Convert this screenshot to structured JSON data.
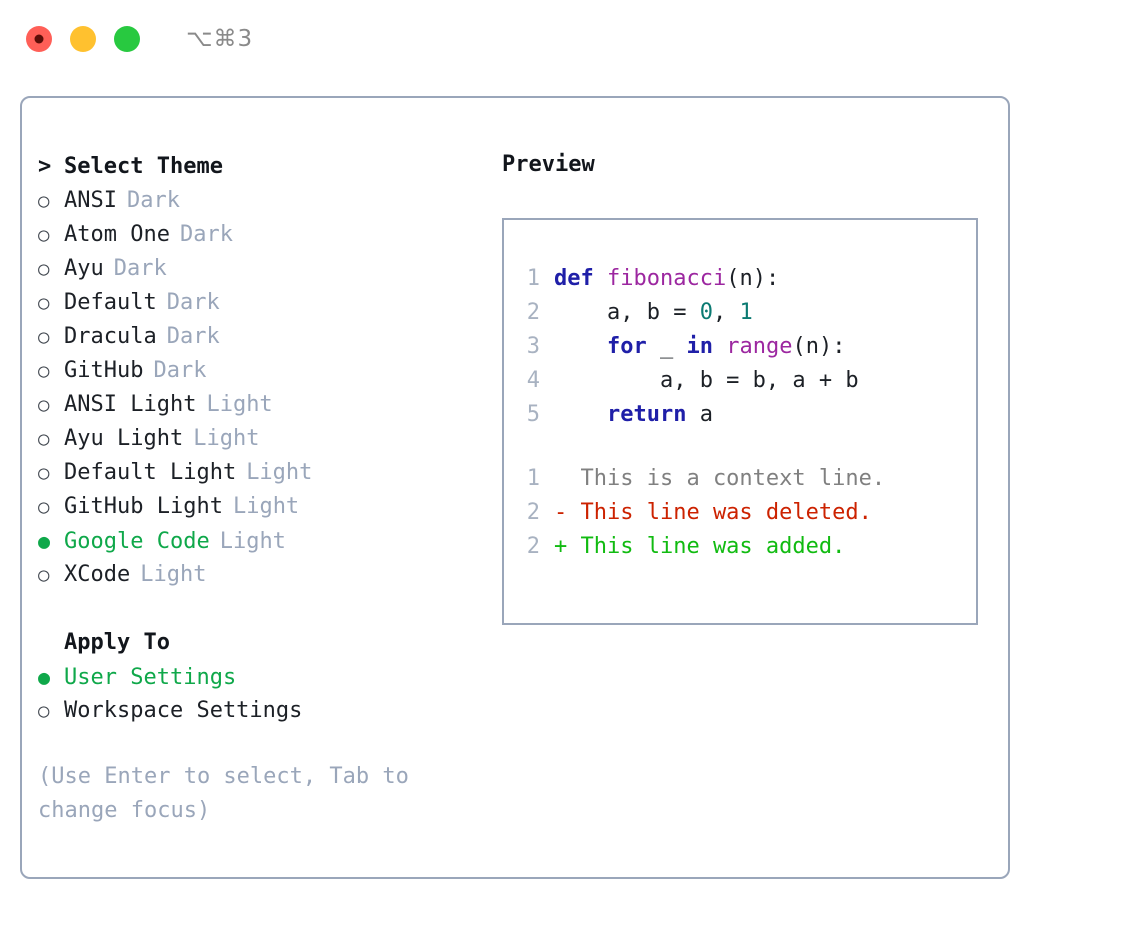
{
  "window": {
    "shortcut": "⌥⌘3",
    "traffic_lights": [
      {
        "name": "close",
        "color": "#ff5f57"
      },
      {
        "name": "minimize",
        "color": "#ffc12f"
      },
      {
        "name": "zoom",
        "color": "#28c940"
      }
    ]
  },
  "theme_list": {
    "title": "Select Theme",
    "caret": ">",
    "marker_empty": "○",
    "marker_filled": "●",
    "items": [
      {
        "label": "ANSI",
        "badge": "Dark",
        "selected": false
      },
      {
        "label": "Atom One",
        "badge": "Dark",
        "selected": false
      },
      {
        "label": "Ayu",
        "badge": "Dark",
        "selected": false
      },
      {
        "label": "Default",
        "badge": "Dark",
        "selected": false
      },
      {
        "label": "Dracula",
        "badge": "Dark",
        "selected": false
      },
      {
        "label": "GitHub",
        "badge": "Dark",
        "selected": false
      },
      {
        "label": "ANSI Light",
        "badge": "Light",
        "selected": false
      },
      {
        "label": "Ayu Light",
        "badge": "Light",
        "selected": false
      },
      {
        "label": "Default Light",
        "badge": "Light",
        "selected": false
      },
      {
        "label": "GitHub Light",
        "badge": "Light",
        "selected": false
      },
      {
        "label": "Google Code",
        "badge": "Light",
        "selected": true
      },
      {
        "label": "XCode",
        "badge": "Light",
        "selected": false
      }
    ]
  },
  "apply_to": {
    "title": "Apply To",
    "items": [
      {
        "label": "User Settings",
        "selected": true
      },
      {
        "label": "Workspace Settings",
        "selected": false
      }
    ]
  },
  "help": {
    "line1": "(Use Enter to select, Tab to",
    "line2": "change focus)"
  },
  "preview": {
    "title": "Preview",
    "code_lines": [
      {
        "no": "1",
        "tokens": [
          {
            "t": "def ",
            "c": "kw"
          },
          {
            "t": "fibonacci",
            "c": "fn"
          },
          {
            "t": "(n):",
            "c": "plain"
          }
        ]
      },
      {
        "no": "2",
        "tokens": [
          {
            "t": "    a, b = ",
            "c": "plain"
          },
          {
            "t": "0",
            "c": "num"
          },
          {
            "t": ", ",
            "c": "plain"
          },
          {
            "t": "1",
            "c": "num"
          }
        ]
      },
      {
        "no": "3",
        "tokens": [
          {
            "t": "    ",
            "c": "plain"
          },
          {
            "t": "for",
            "c": "kw"
          },
          {
            "t": " _ ",
            "c": "plain"
          },
          {
            "t": "in",
            "c": "kw"
          },
          {
            "t": " ",
            "c": "plain"
          },
          {
            "t": "range",
            "c": "fn"
          },
          {
            "t": "(n):",
            "c": "plain"
          }
        ]
      },
      {
        "no": "4",
        "tokens": [
          {
            "t": "        a, b = b, a + b",
            "c": "plain"
          }
        ]
      },
      {
        "no": "5",
        "tokens": [
          {
            "t": "    ",
            "c": "plain"
          },
          {
            "t": "return",
            "c": "kw"
          },
          {
            "t": " a",
            "c": "plain"
          }
        ]
      }
    ],
    "diff_lines": [
      {
        "no": "1",
        "text": "  This is a context line.",
        "kind": "ctx"
      },
      {
        "no": "2",
        "text": "- This line was deleted.",
        "kind": "del"
      },
      {
        "no": "2",
        "text": "+ This line was added.",
        "kind": "add"
      }
    ]
  },
  "colors": {
    "accent_green": "#0fa84a",
    "muted": "#9aa6ba",
    "keyword": "#1f1fa8",
    "function": "#9c27a0",
    "number": "#0b7a72",
    "diff_deleted": "#cc2200",
    "diff_added": "#11bb11",
    "border": "#9aa6ba"
  }
}
